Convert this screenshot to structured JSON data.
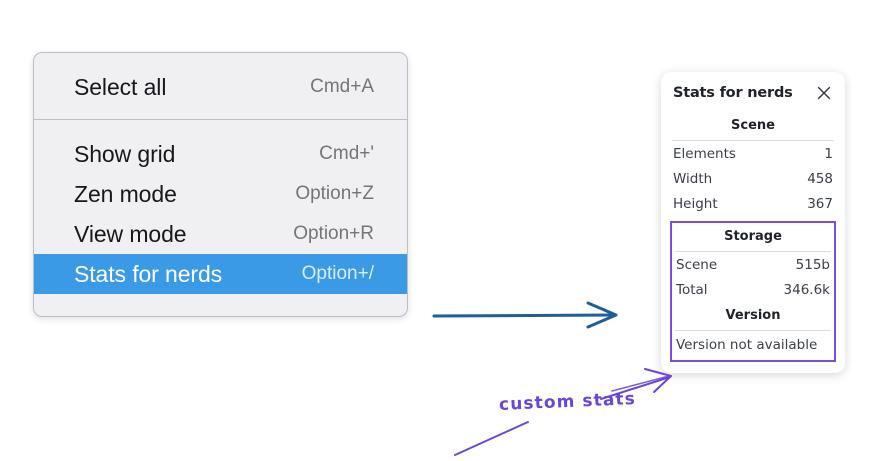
{
  "context_menu": {
    "name": "context-menu",
    "groups": [
      {
        "items": [
          {
            "label": "Select all",
            "shortcut": "Cmd+A",
            "selected": false
          }
        ]
      },
      {
        "items": [
          {
            "label": "Show grid",
            "shortcut": "Cmd+'",
            "selected": false
          },
          {
            "label": "Zen mode",
            "shortcut": "Option+Z",
            "selected": false
          },
          {
            "label": "View mode",
            "shortcut": "Option+R",
            "selected": false
          },
          {
            "label": "Stats for nerds",
            "shortcut": "Option+/",
            "selected": true
          }
        ]
      }
    ]
  },
  "stats_panel": {
    "title": "Stats for nerds",
    "close_icon": "close-icon",
    "scene": {
      "heading": "Scene",
      "rows": [
        {
          "label": "Elements",
          "value": "1"
        },
        {
          "label": "Width",
          "value": "458"
        },
        {
          "label": "Height",
          "value": "367"
        }
      ]
    },
    "storage": {
      "heading": "Storage",
      "rows": [
        {
          "label": "Scene",
          "value": "515b"
        },
        {
          "label": "Total",
          "value": "346.6k"
        }
      ]
    },
    "version": {
      "heading": "Version",
      "note": "Version not available"
    }
  },
  "annotations": {
    "custom_stats_label": "custom stats",
    "flow_arrow": "arrow-right-icon",
    "callout_arrow": "arrow-callout-icon"
  },
  "colors": {
    "menu_background": "#f0f0f2",
    "menu_border": "#b9bfc9",
    "menu_selected": "#3b9ae5",
    "menu_text": "#16181d",
    "menu_shortcut": "#74757a",
    "panel_background": "#ffffff",
    "panel_text": "#3a3f46",
    "highlight_purple": "#7c4dda",
    "annotation_purple": "#6a45d6",
    "flow_arrow_blue": "#1f5f96"
  }
}
